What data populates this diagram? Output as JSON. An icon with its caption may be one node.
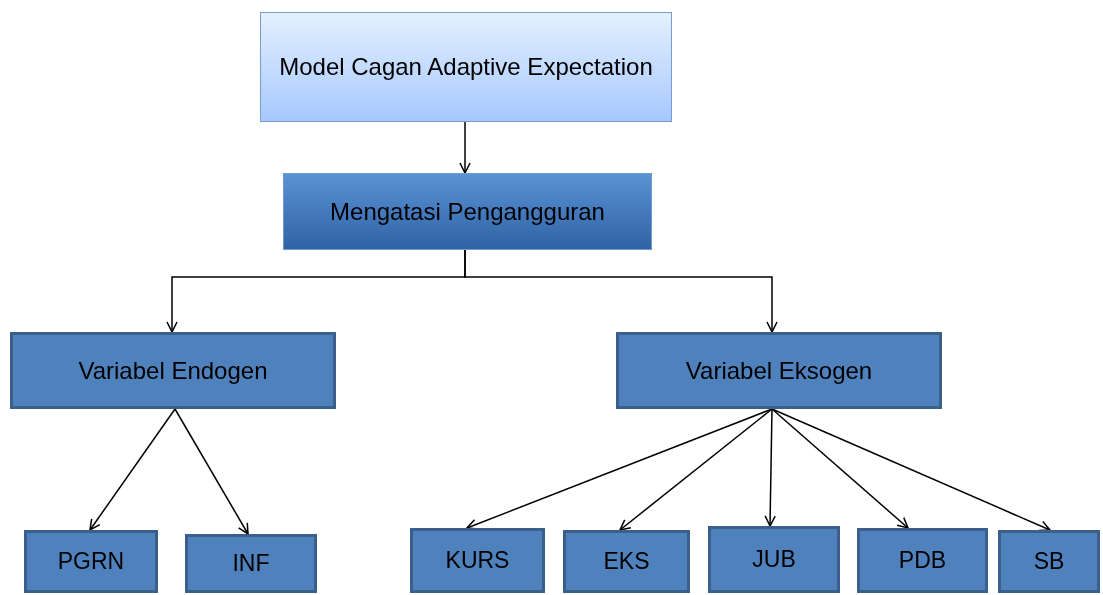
{
  "diagram": {
    "nodes": [
      {
        "text": [
          "Model Cagan Adaptive Expectation"
        ]
      },
      {
        "text": [
          "Mengatasi Pengangguran"
        ]
      },
      {
        "text": [
          "Variabel Endogen"
        ]
      },
      {
        "text": [
          "Variabel Eksogen"
        ]
      },
      {
        "text": [
          "PGRN"
        ]
      },
      {
        "text": [
          "INF"
        ]
      },
      {
        "text": [
          "KURS"
        ]
      },
      {
        "text": [
          "EKS"
        ]
      },
      {
        "text": [
          "JUB"
        ]
      },
      {
        "text": [
          "PDB"
        ]
      },
      {
        "text": [
          "SB"
        ]
      }
    ],
    "edges": [
      {
        "from": 0,
        "to": 1,
        "arrow": "to"
      },
      {
        "from": 1,
        "to": 2,
        "arrow": "to"
      },
      {
        "from": 1,
        "to": 3,
        "arrow": "to"
      },
      {
        "from": 2,
        "to": 4,
        "arrow": "to"
      },
      {
        "from": 2,
        "to": 5,
        "arrow": "to"
      },
      {
        "from": 3,
        "to": 6,
        "arrow": "to"
      },
      {
        "from": 3,
        "to": 7,
        "arrow": "to"
      },
      {
        "from": 3,
        "to": 8,
        "arrow": "to"
      },
      {
        "from": 3,
        "to": 9,
        "arrow": "to"
      },
      {
        "from": 3,
        "to": 10,
        "arrow": "to"
      }
    ]
  }
}
